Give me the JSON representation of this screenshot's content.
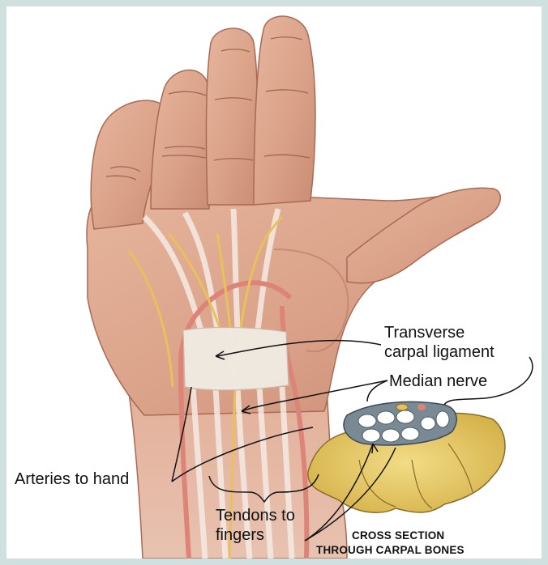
{
  "labels": {
    "transverse_line1": "Transverse",
    "transverse_line2": "carpal ligament",
    "median_nerve": "Median nerve",
    "arteries": "Arteries to hand",
    "tendons_line1": "Tendons to",
    "tendons_line2": "fingers"
  },
  "caption": {
    "line1": "CROSS SECTION",
    "line2": "THROUGH CARPAL BONES"
  },
  "colors": {
    "skin": "#dba48c",
    "skin_shadow": "#c4826a",
    "ligament": "#f1ece4",
    "nerve": "#e8c15c",
    "artery": "#dc8478",
    "bone": "#e6c95f",
    "background": "#cfe0df"
  }
}
